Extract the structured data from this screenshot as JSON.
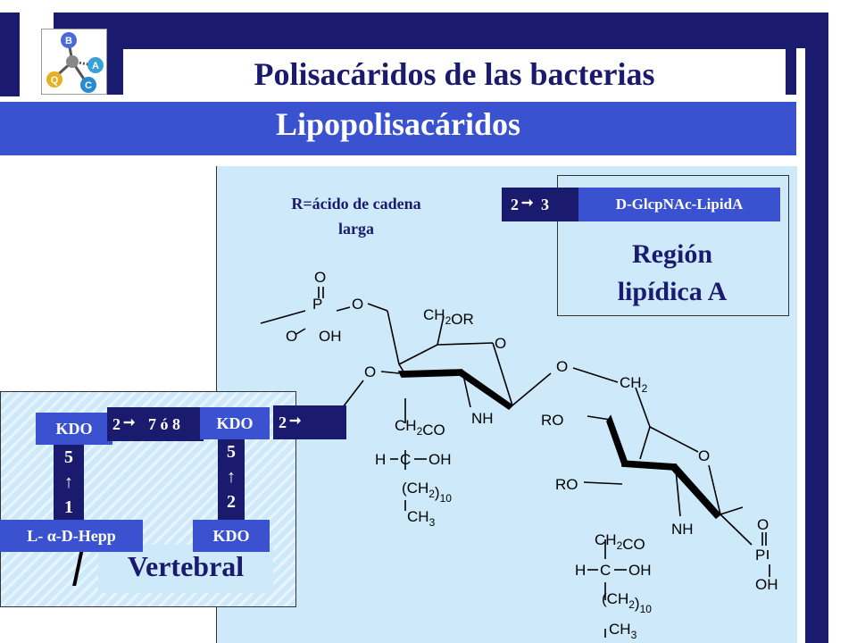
{
  "header": {
    "top_title": "Polisacáridos",
    "main_title": "Polisacáridos de las bacterias",
    "subtitle": "Lipopolisacáridos"
  },
  "logo": {
    "letters": [
      "B",
      "A",
      "C",
      "Q"
    ]
  },
  "lipid_region": {
    "linkage": "2",
    "linkage_to": "3",
    "residue": "D-GlcpNAc-LipidA",
    "label_line1": "Región",
    "label_line2": "lipídica A"
  },
  "note": {
    "line1": "R=ácido de cadena",
    "line2": "larga"
  },
  "core": {
    "kdo1": "KDO",
    "link1": "2",
    "link1_rest": "7 ó  8",
    "kdo2": "KDO",
    "link2": "2",
    "left_chain": [
      "5",
      "1"
    ],
    "right_chain": [
      "5",
      "2"
    ],
    "heptose": "L- α-D-Hepp",
    "kdo3": "KDO",
    "vertebral": "Vertebral"
  },
  "structure": {
    "atoms": [
      "O",
      "P",
      "O",
      "O",
      "OH",
      "CH2OR",
      "O",
      "O",
      "O",
      "CH2",
      "NH",
      "CH2CO",
      "H",
      "C",
      "OH",
      "(CH2)10",
      "CH3",
      "RO",
      "RO",
      "O",
      "NH",
      "CH2CO",
      "H",
      "C",
      "OH",
      "(CH2)10",
      "CH3",
      "O",
      "P",
      "OH"
    ]
  },
  "colors": {
    "navy": "#1a1a6e",
    "blue": "#3a52cf",
    "panel": "#cde9fa"
  }
}
